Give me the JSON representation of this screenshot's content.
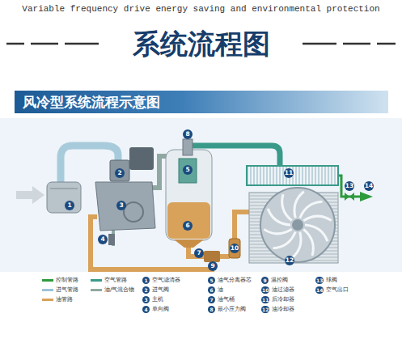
{
  "diagram": {
    "title": "系统流程图",
    "nodes": [
      {
        "text": [
          "风冷型系统流程示意图"
        ]
      }
    ],
    "labels": [
      "Variable frequency drive energy saving and environmental protection",
      "1",
      "2",
      "3",
      "4",
      "5",
      "6",
      "7",
      "8",
      "9",
      "10",
      "11",
      "12",
      "13",
      "14",
      "1",
      "空气滤清器",
      "2",
      "进气阀",
      "3",
      "主机",
      "4",
      "单向阀",
      "5",
      "油气分离器芯",
      "6",
      "油",
      "7",
      "油气桶",
      "8",
      "最小压力阀",
      "9",
      "温控阀",
      "10",
      "油过滤器",
      "11",
      "后冷却器",
      "12",
      "油冷却器",
      "13",
      "球阀",
      "14",
      "空气出口"
    ],
    "legend": [
      {
        "text": "控制管路",
        "color": "#2e9a3e"
      },
      {
        "text": "进气管路",
        "color": "#9cc3d6"
      },
      {
        "text": "油管路",
        "color": "#d9a25a"
      },
      {
        "text": "空气管路",
        "color": "#3a9a8a"
      },
      {
        "text": "油/气混合物",
        "color": "#8fa9a2"
      }
    ]
  }
}
